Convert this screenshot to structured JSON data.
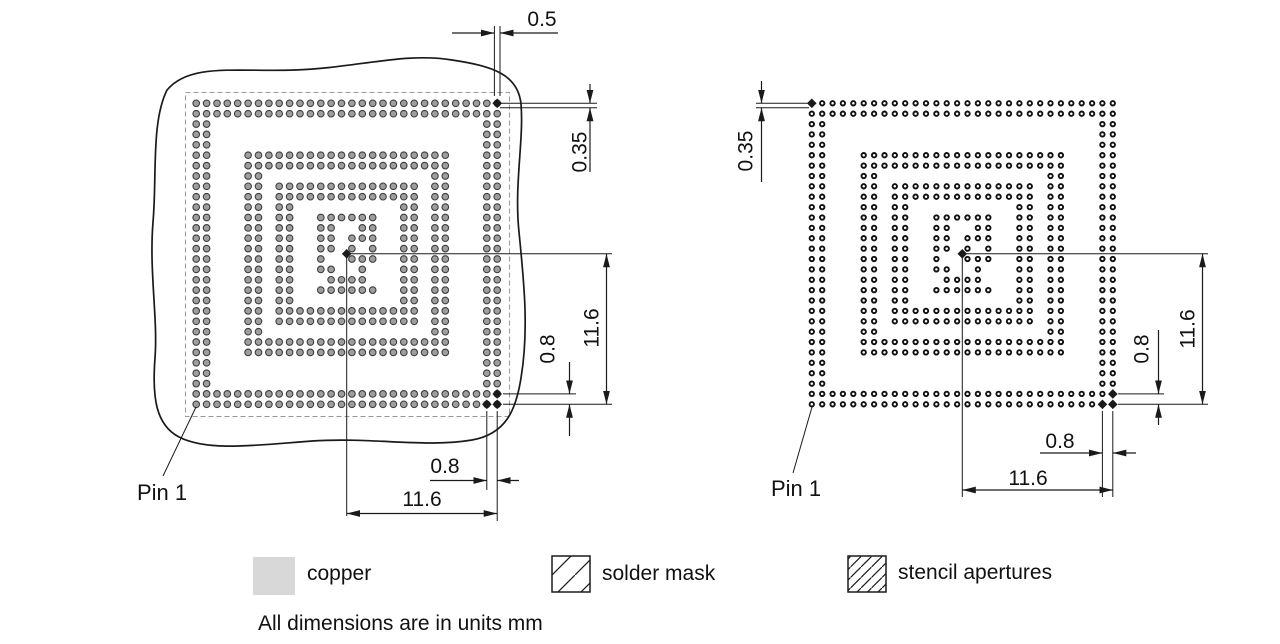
{
  "note": "All dimensions are in units mm",
  "legend": {
    "copper": "copper",
    "solder_mask": "solder mask",
    "stencil_apertures": "stencil apertures"
  },
  "left_panel": {
    "title": "pcb-land-pattern-with-solder-mask",
    "pin1": "Pin 1",
    "dims": {
      "pad_diameter": "0.5",
      "mask_offset": "0.35",
      "row_pitch": "0.8",
      "center_to_corner_v": "11.6",
      "col_pitch": "0.8",
      "center_to_corner_h": "11.6"
    }
  },
  "right_panel": {
    "title": "stencil-aperture-pattern",
    "pin1": "Pin 1",
    "dims": {
      "aperture_offset": "0.35",
      "row_pitch": "0.8",
      "center_to_corner_v": "11.6",
      "col_pitch": "0.8",
      "center_to_corner_h": "11.6"
    }
  },
  "pattern": {
    "grid": 30,
    "pitch_mm": 0.8,
    "rows": [
      "##############################",
      "##############################",
      "##..........................##",
      "##..........................##",
      "##..........................##",
      "##...####################...##",
      "##...####################...##",
      "##...##................##...##",
      "##...##.##############.##...##",
      "##...##.##############.##...##",
      "##...##.##..........##.##...##",
      "##...##.##..######..##.##...##",
      "##...##.##..##..##..##.##...##",
      "##...##.##..##.###..##.##...##",
      "##...##.##..##.#.#..##.##...##",
      "##...##.##..#..###..##.##...##",
      "##...##.##..##..#...##.##...##",
      "##...##.##...####...##.##...##",
      "##...##.##..######..##.##...##",
      "##...##.##..........##.##...##",
      "##...##.##############.##...##",
      "##...##.##############.##...##",
      "##...##................##...##",
      "##...####################...##",
      "##...####################...##",
      "##..........................##",
      "##..........................##",
      "##..........................##",
      "##############################",
      "##############################"
    ]
  },
  "colors": {
    "line": "#1a1a1a",
    "pad_fill": "#9e9e9e",
    "pad_stroke": "#3f3f3f",
    "aperture": "#111111",
    "dashed": "#9a9a9a",
    "copper_swatch": "#d8d8d8"
  }
}
